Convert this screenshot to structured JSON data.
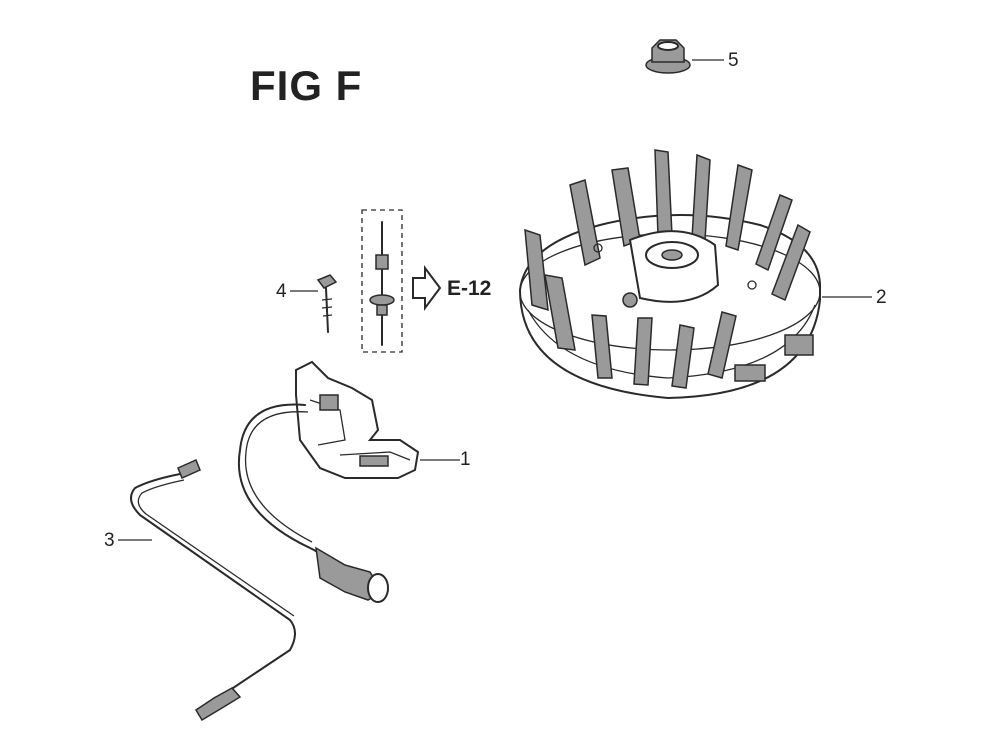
{
  "figure": {
    "title": "FIG F",
    "reference": "E-12"
  },
  "callouts": [
    {
      "id": "1",
      "label": "1"
    },
    {
      "id": "2",
      "label": "2"
    },
    {
      "id": "3",
      "label": "3"
    },
    {
      "id": "4",
      "label": "4"
    },
    {
      "id": "5",
      "label": "5"
    }
  ],
  "icons": [
    "flywheel-icon",
    "ignition-coil-icon",
    "flange-nut-icon",
    "bolt-icon",
    "stud-bolt-icon",
    "spark-plug-cap-icon",
    "stop-wire-icon",
    "reference-arrow-icon"
  ]
}
